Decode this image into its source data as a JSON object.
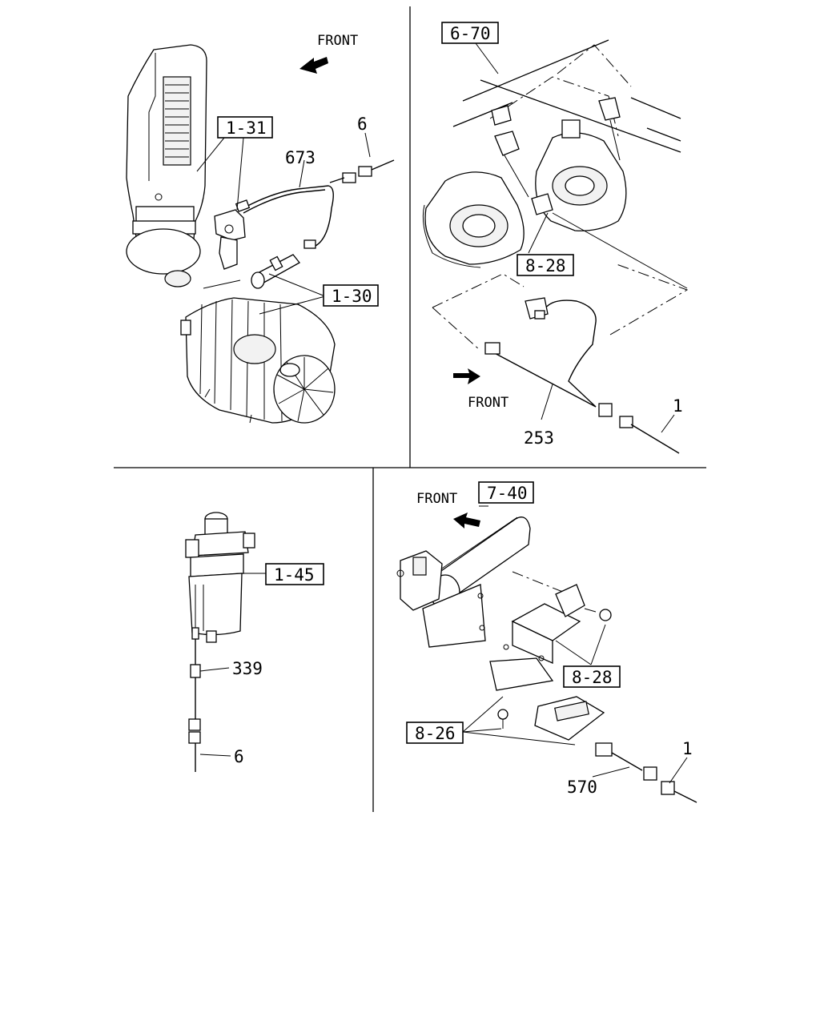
{
  "panels": {
    "top_left": {
      "front_label": "FRONT",
      "refs": {
        "r1": "1-31",
        "r2": "1-30"
      },
      "parts": {
        "p1": "673",
        "p2": "6"
      }
    },
    "top_right": {
      "front_label": "FRONT",
      "refs": {
        "r1": "6-70",
        "r2": "8-28"
      },
      "parts": {
        "p1": "253",
        "p2": "1"
      }
    },
    "bottom_left": {
      "refs": {
        "r1": "1-45"
      },
      "parts": {
        "p1": "339",
        "p2": "6"
      }
    },
    "bottom_right": {
      "front_label": "FRONT",
      "refs": {
        "r1": "7-40",
        "r2": "8-28",
        "r3": "8-26"
      },
      "parts": {
        "p1": "570",
        "p2": "1"
      }
    }
  }
}
